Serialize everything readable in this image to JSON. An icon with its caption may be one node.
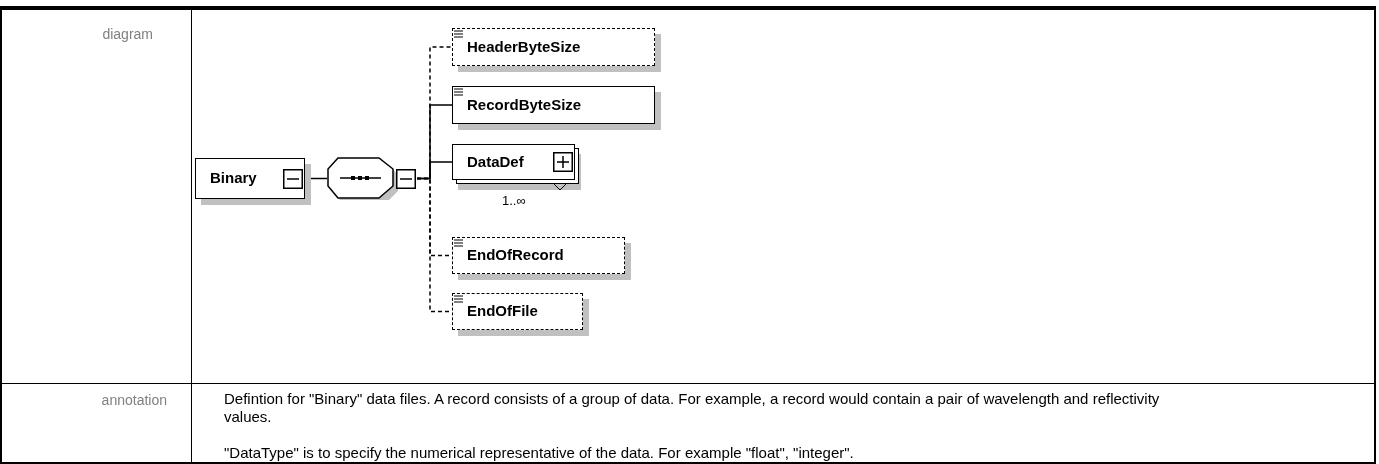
{
  "diagram": {
    "nodes": [
      {
        "text": [
          "Binary"
        ]
      },
      {
        "text": [],
        "shape": "octagon"
      },
      {
        "text": [
          "HeaderByteSize"
        ]
      },
      {
        "text": [
          "RecordByteSize"
        ]
      },
      {
        "text": [
          "DataDef"
        ],
        "beside": [
          "1..∞"
        ]
      },
      {
        "text": [
          "EndOfRecord"
        ]
      },
      {
        "text": [
          "EndOfFile"
        ]
      }
    ],
    "edges": [
      {
        "from": 0,
        "to": 1,
        "arrow": "none"
      },
      {
        "from": 1,
        "to": 2,
        "arrow": "none",
        "style": "dashed"
      },
      {
        "from": 1,
        "to": 3,
        "arrow": "none"
      },
      {
        "from": 1,
        "to": 4,
        "arrow": "none"
      },
      {
        "from": 1,
        "to": 5,
        "arrow": "none",
        "style": "dashed"
      },
      {
        "from": 1,
        "to": 6,
        "arrow": "none",
        "style": "dashed"
      }
    ],
    "labels": [
      "diagram",
      "annotation",
      "Defintion for \"Binary\" data files. A record consists of a group of data. For example, a record would contain a pair of wavelength and reflectivity values.",
      "\"DataType\" is to specify the numerical representative of the data. For example \"float\", \"integer\"."
    ]
  }
}
